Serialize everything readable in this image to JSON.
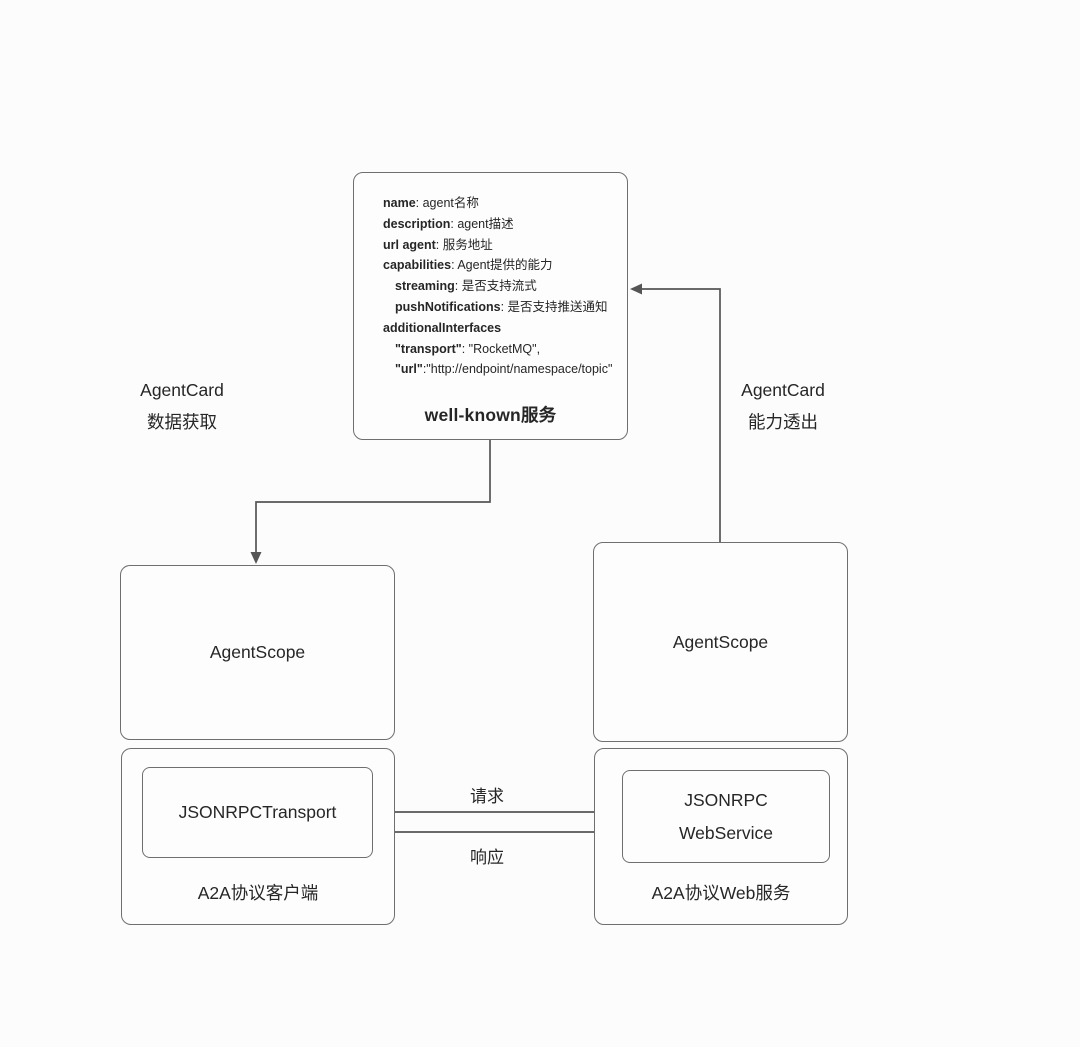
{
  "well_known": {
    "title": "well-known服务",
    "fields": [
      {
        "b": "name",
        "r": ": agent名称"
      },
      {
        "b": "description",
        "r": ": agent描述"
      },
      {
        "b": "url agent",
        "r": ": 服务地址"
      },
      {
        "b": "capabilities",
        "r": ": Agent提供的能力"
      },
      {
        "b": "streaming",
        "r": ": 是否支持流式"
      },
      {
        "b": "pushNotifications",
        "r": ": 是否支持推送通知"
      },
      {
        "b": "additionalInterfaces",
        "r": ""
      },
      {
        "b": "\"transport\"",
        "r": ": \"RocketMQ\","
      },
      {
        "b": "\"url\"",
        "r": ":\"http://endpoint/namespace/topic\""
      }
    ]
  },
  "side_labels": {
    "left": {
      "line1": "AgentCard",
      "line2": "数据获取"
    },
    "right": {
      "line1": "AgentCard",
      "line2": "能力透出"
    }
  },
  "agentscope_left": {
    "label": "AgentScope"
  },
  "agentscope_right": {
    "label": "AgentScope"
  },
  "client": {
    "inner": "JSONRPCTransport",
    "label": "A2A协议客户端"
  },
  "server": {
    "inner_line1": "JSONRPC",
    "inner_line2": "WebService",
    "label": "A2A协议Web服务"
  },
  "flow_labels": {
    "request": "请求",
    "response": "响应"
  },
  "colors": {
    "line": "#555555",
    "border": "#6f6f6f",
    "text": "#262626",
    "background": "#fcfcfc"
  }
}
